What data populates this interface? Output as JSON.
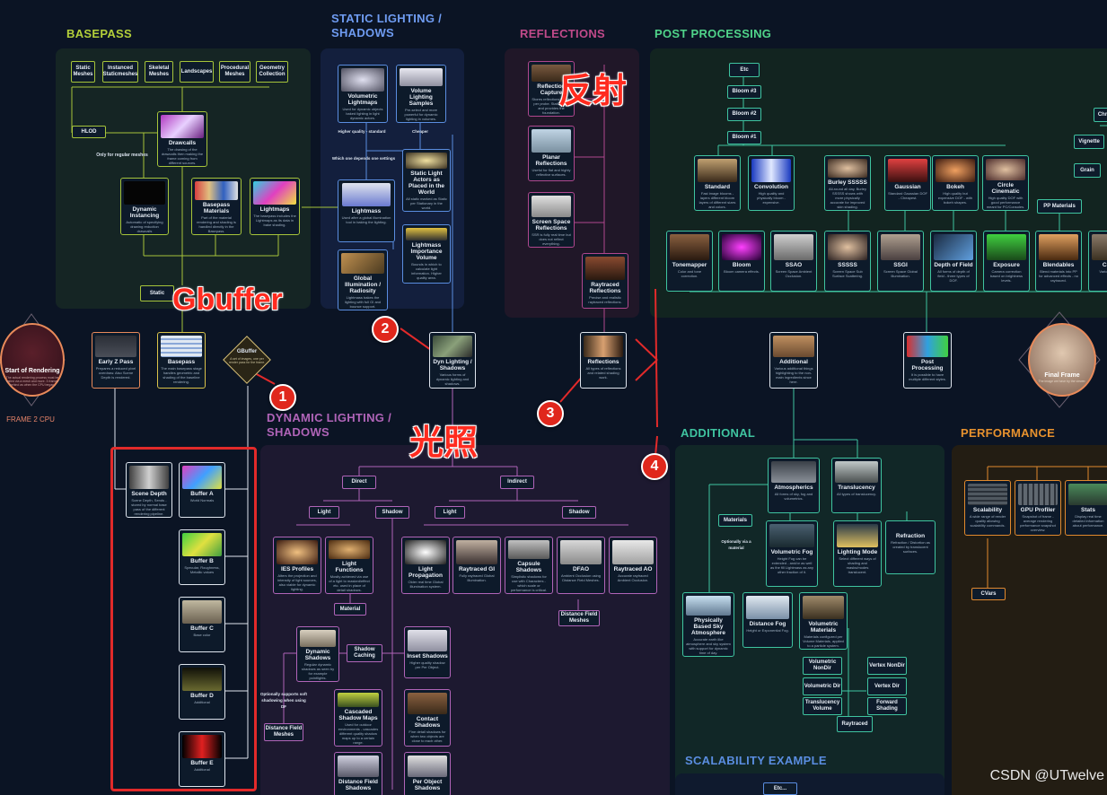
{
  "sections": {
    "basepass": "BASEPASS",
    "static_lighting": "STATIC LIGHTING /\nSHADOWS",
    "reflections": "REFLECTIONS",
    "post_processing": "POST PROCESSING",
    "dynamic_lighting": "DYNAMIC LIGHTING /\nSHADOWS",
    "additional": "ADDITIONAL",
    "performance": "PERFORMANCE",
    "scalability_example": "SCALABILITY EXAMPLE"
  },
  "annotations": {
    "gbuffer": "Gbuffer",
    "fanshe": "反射",
    "guangzhao": "光照",
    "badge1": "1",
    "badge2": "2",
    "badge3": "3",
    "badge4": "4"
  },
  "watermark": "CSDN @UTwelve",
  "frame_label": "FRAME 2 CPU",
  "main": {
    "start": {
      "title": "Start of Rendering",
      "desc": "The actual rendering process must be called via a mesh and more. 3 frames behind as when the CPU began."
    },
    "early_z": {
      "title": "Early Z Pass",
      "desc": "Prepares a reduced pixel overdraw. Also Scene Depth is rendered."
    },
    "basepass": {
      "title": "Basepass",
      "desc": "The main basepass stage handles geometric and shading of the baseline rendering."
    },
    "gbuffer": {
      "title": "GBuffer",
      "desc": "A set of images, one per render pass for the frame."
    },
    "dyn_lighting": {
      "title": "Dyn Lighting / Shadows",
      "desc": "Various forms of dynamic lighting and shadows."
    },
    "reflections": {
      "title": "Reflections",
      "desc": "All types of reflections and related shading work."
    },
    "additional": {
      "title": "Additional",
      "desc": "Various additional things highlighting to the non-main ingredients since here."
    },
    "post": {
      "title": "Post Processing",
      "desc": "It is possible to have multiple different styles."
    },
    "final": {
      "title": "Final Frame",
      "desc": "The image we have by the viewer."
    }
  },
  "basepass": {
    "chips": [
      "Static Meshes",
      "Instanced Staticmeshes",
      "Skeletal Meshes",
      "Landscapes",
      "Procedural Meshes",
      "Geometry Collection"
    ],
    "hlod": "HLOD",
    "drawcalls": {
      "title": "Drawcalls",
      "desc": "The drawing of the drawcalls then making the frame coming from different sources."
    },
    "only_regular": "Only for regular meshes",
    "dynamic_instancing": {
      "title": "Dynamic Instancing",
      "desc": "Automatic of specifying drawing reduction drawcalls"
    },
    "basepass_materials": {
      "title": "Basepass Materials",
      "desc": "Part of the material rendering and shading is handled directly in the Basepass."
    },
    "lightmaps": {
      "title": "Lightmaps",
      "desc": "The basepass includes the Lightmaps as its data in bake shading."
    },
    "static_chip": "Static"
  },
  "static_lighting": {
    "volumetric_lightmaps": {
      "title": "Volumetric Lightmaps",
      "desc": "Used for dynamic objects baked lighting in light dynamic actors."
    },
    "volume_lighting_samples": {
      "title": "Volume Lighting Samples",
      "desc": "Pre-select and more powerful for dynamic lighting in volumes."
    },
    "higher_quality": "Higher quality - standard",
    "cheaper": "Cheaper",
    "which_one": "Which one depends one settings",
    "static_light_actors": {
      "title": "Static Light Actors as Placed in the World",
      "desc": "All static marked as Static per Stationary in the world."
    },
    "lightmass": {
      "title": "Lightmass",
      "desc": "Used after a global illumination tool in baking the lighting."
    },
    "lightmass_importance": {
      "title": "Lightmass Importance Volume",
      "desc": "Bounds in which to calculate light information. Higher quality area."
    },
    "global_illumination": {
      "title": "Global Illumination / Radiosity",
      "desc": "Lightmass bakes the lighting with full GI and bounce support."
    }
  },
  "reflections": {
    "capture": {
      "title": "Reflection Capture",
      "desc": "Stores reflections locally per probe. Static, fast, and provides the foundation."
    },
    "planar": {
      "title": "Planar Reflections",
      "desc": "Useful for flat and highly reflective surfaces."
    },
    "ssr": {
      "title": "Screen Space Reflections",
      "desc": "SSR is fully real time but does not reflect everything."
    },
    "raytraced": {
      "title": "Raytraced Reflections",
      "desc": "Precise and realistic raytraced reflections."
    }
  },
  "post": {
    "etc": "Etc",
    "blooms": [
      "Bloom #3",
      "Bloom #2",
      "Bloom #1"
    ],
    "right_chips": [
      "Chr",
      "Vignette",
      "Grain"
    ],
    "pp_materials": "PP Materials",
    "row1": [
      {
        "title": "Standard",
        "desc": "Fast image blooms - layers different bloom layers of different sizes and colors."
      },
      {
        "title": "Convolution",
        "desc": "High quality and physically bloom - expensive."
      },
      {
        "title": "Burley SSSSS",
        "desc": "All-round all day, Burley SSSSS shows with more physically accurate for improved skin shading."
      },
      {
        "title": "Gaussian",
        "desc": "Standard Gaussian DOF - Cheapest."
      },
      {
        "title": "Bokeh",
        "desc": "High quality but expensive DOF - with bokeh shapes."
      },
      {
        "title": "Circle Cinematic",
        "desc": "High quality DOF with good performance meant for PC/Consoles."
      }
    ],
    "row2": [
      {
        "title": "Tonemapper",
        "desc": "Color and tone correction."
      },
      {
        "title": "Bloom",
        "desc": "Bloom camera effects."
      },
      {
        "title": "SSAO",
        "desc": "Screen Space Ambient Occlusion."
      },
      {
        "title": "SSSSS",
        "desc": "Screen Space Sub Surface Scattering."
      },
      {
        "title": "SSGI",
        "desc": "Screen Space Global Illumination."
      },
      {
        "title": "Depth of Field",
        "desc": "All forms of depth of field - three types of DOF."
      },
      {
        "title": "Exposure",
        "desc": "Camera correction based on brightness levels."
      },
      {
        "title": "Blendables",
        "desc": "Blend materials into PP for advanced effects - no raytraced."
      },
      {
        "title": "Camer",
        "desc": "Various effects."
      }
    ]
  },
  "gbuffer_list": [
    {
      "title": "Scene Depth",
      "desc": "Scene Depth, Sends - stored by normal base pass of the different rendering pipeline."
    },
    {
      "title": "Buffer A",
      "desc": "World Normals"
    },
    {
      "title": "Buffer B",
      "desc": "Specular, Roughness, Metallic values"
    },
    {
      "title": "Buffer C",
      "desc": "Base color"
    },
    {
      "title": "Buffer D",
      "desc": "Additional"
    },
    {
      "title": "Buffer E",
      "desc": "Additional"
    }
  ],
  "dynamic": {
    "direct": "Direct",
    "indirect": "Indirect",
    "light": "Light",
    "shadow": "Shadow",
    "ies": {
      "title": "IES Profiles",
      "desc": "Alters the projection and intensity of light sources, also viable for dynamic lighting."
    },
    "light_functions": {
      "title": "Light Functions",
      "desc": "Mostly achieved via use of a light to masked/effect etc. used in place of detail shadows."
    },
    "material": "Material",
    "light_propagation": {
      "title": "Light Propagation",
      "desc": "Older real time Global Illumination system."
    },
    "raytraced_gi": {
      "title": "Raytraced GI",
      "desc": "Fully raytraced Global Illumination."
    },
    "capsule": {
      "title": "Capsule Shadows",
      "desc": "Simplistic shadows for use with Characters - which scale or performance is critical."
    },
    "dfao": {
      "title": "DFAO",
      "desc": "Ambient Occlusion using Distance Field Meshes."
    },
    "raytraced_ao": {
      "title": "Raytraced AO",
      "desc": "Accurate raytraced Ambient Occlusion."
    },
    "distance_field_meshes": "Distance Field Meshes",
    "dynamic_shadows": {
      "title": "Dynamic Shadows",
      "desc": "Regular dynamic shadows as seen by for example pointlights."
    },
    "shadow_caching": "Shadow Caching",
    "inset": {
      "title": "Inset Shadows",
      "desc": "Higher quality shadow per Per Object."
    },
    "optional_note": "Optionally supports soft shadowing when using DF",
    "cascaded": {
      "title": "Cascaded Shadow Maps",
      "desc": "Used for outdoor environments - cascades different quality shadow maps up to a certain range."
    },
    "contact": {
      "title": "Contact Shadows",
      "desc": "Fine detail shadows for when two objects are close to each other."
    },
    "distance_field_meshes2": "Distance Field Meshes",
    "distance_field_shadows": {
      "title": "Distance Field Shadows",
      "desc": ""
    },
    "per_object": {
      "title": "Per Object Shadows",
      "desc": ""
    }
  },
  "additional": {
    "atmospherics": {
      "title": "Atmospherics",
      "desc": "All forms of sky, fog and volumetrics."
    },
    "translucency": {
      "title": "Translucency",
      "desc": "All types of translucency."
    },
    "materials": "Materials",
    "optionally": "Optionally via a material",
    "volumetric_fog": {
      "title": "Volumetric Fog",
      "desc": "Height Fog can be extended - and/or as well as the fill Lightmass as any other fraction of it."
    },
    "lighting_mode": {
      "title": "Lighting Mode",
      "desc": "Select different ways of shading and masks/modes translucent."
    },
    "refraction": {
      "title": "Refraction",
      "desc": "Refraction / Distortion as created by translucent surfaces."
    },
    "physically_based_sky": {
      "title": "Physically Based Sky Atmosphere",
      "desc": "Accurate earth like atmosphere and sky system with support for dynamic time of day."
    },
    "distance_fog": {
      "title": "Distance Fog",
      "desc": "Height or Exponential Fog."
    },
    "volumetric_materials": {
      "title": "Volumetric Materials",
      "desc": "Materials configured per Volume Materials, applied to a particle system."
    },
    "chips_left": [
      "Volumetric NonDir",
      "Volumetric Dir",
      "Translucency Volume"
    ],
    "chips_right": [
      "Vertex NonDir",
      "Vertex Dir",
      "Forward Shading"
    ],
    "raytraced": "Raytraced"
  },
  "performance": {
    "scalability": {
      "title": "Scalability",
      "desc": "A wide range of render quality allowing scalability commands."
    },
    "gpu_profiler": {
      "title": "GPU Profiler",
      "desc": "Snapshot of frame - average rendering performance snapshot overview."
    },
    "stats": {
      "title": "Stats",
      "desc": "Display real time detailed information about performance."
    },
    "cvars": "CVars"
  },
  "scalability_etc": "Etc...",
  "colors": {
    "green": "#a6c43a",
    "blue": "#5a8de0",
    "magenta": "#b0478e",
    "purple": "#b064b8",
    "teal": "#3fc4a0",
    "orange": "#e0892e",
    "red": "#e22a2a"
  }
}
